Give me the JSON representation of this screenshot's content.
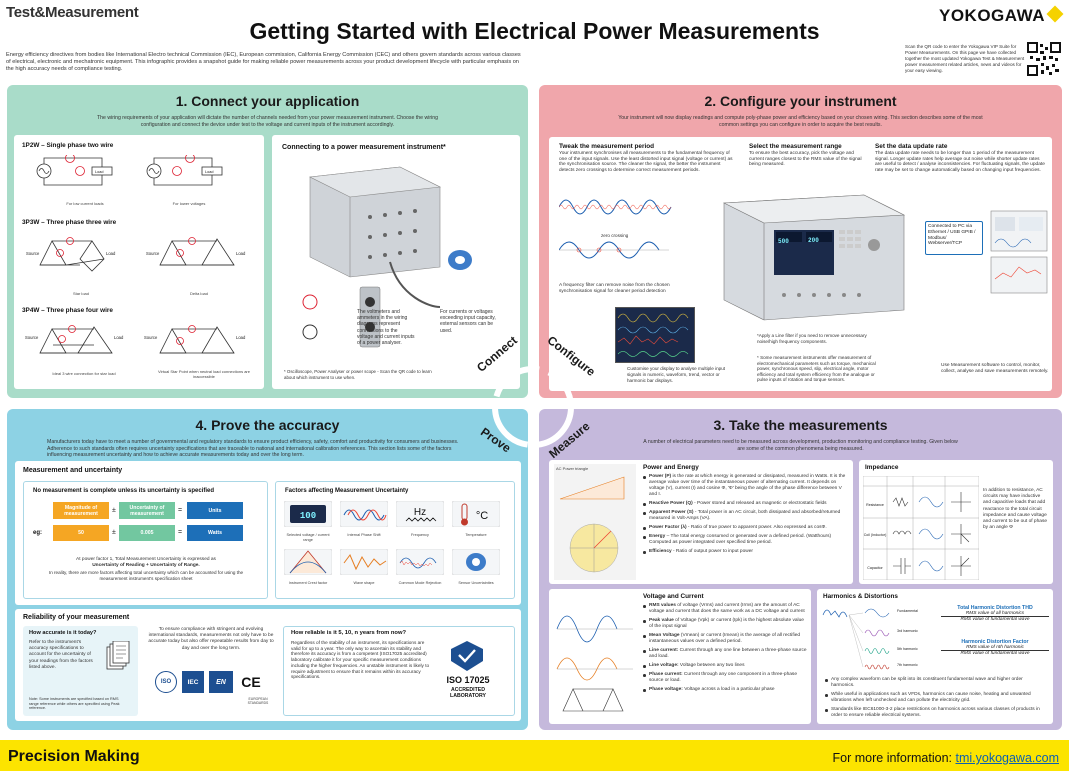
{
  "header": {
    "brand_left": "Test&Measurement",
    "title": "Getting Started with Electrical Power Measurements",
    "brand_right": "YOKOGAWA",
    "intro": "Energy efficiency directives from bodies like International Electro technical Commission (IEC), European commission, California Energy Commission (CEC) and others govern standards across various classes of electrical, electronic and mechatronic equipment. This infographic provides a snapshot guide for making reliable power measurements across your product development lifecycle with particular emphasis on the high accuracy needs of compliance testing.",
    "qr_text": "Scan the QR code to enter the Yokogawa VIP Suite for Power Measurements. On this page we have collected together the most updated Yokogawa Test & Measurement power measurement related articles, news and videos for your easy viewing."
  },
  "q1": {
    "title": "1. Connect your application",
    "intro": "The wiring requirements of your application will dictate the number of channels needed from your power measurement instrument. Choose the wiring configuration and connect the device under test to the voltage and current inputs of the instrument accordingly.",
    "w1_title": "1P2W – Single phase two wire",
    "w1_a": "For low current loads",
    "w1_b": "For lower voltages",
    "w2_title": "3P3W – Three phase three wire",
    "w2_a": "Star load",
    "w2_b": "Delta load",
    "w3_title": "3P4W – Three phase four wire",
    "w3_a": "Ideal 3 wire connection for star load",
    "w3_b": "Virtual Star Point when neutral load connections are inaccessible",
    "load": "Load",
    "source": "Source",
    "conn_title": "Connecting to a power measurement instrument*",
    "conn_text1": "The voltmeters and ammeters in the wiring diagrams represent connections to the voltage and current inputs of a power analyser.",
    "conn_text2": "For currents or voltages exceeding input capacity, external sensors can be used.",
    "conn_foot": "* Oscilloscope, Power Analyser or power scope - Scan the QR code to learn about which instrument to use when.",
    "corner": "Connect"
  },
  "q2": {
    "title": "2. Configure your instrument",
    "intro": "Your instrument will now display readings and compute poly-phase power and efficiency based on your chosen wiring. This section describes some of the most common settings you can configure in order to acquire the best results.",
    "c1_title": "Tweak the measurement period",
    "c1_text": "Your instrument synchronises all measurements to the fundamental frequency of one of the input signals. Use the least distorted input signal (voltage or current) as the synchronisation source. The cleaner the signal, the better the instrument detects zero crossings to determine correct measurement periods.",
    "c2_title": "Select the measurement range",
    "c2_text": "To ensure the best accuracy, pick the voltage and current ranges closest to the RMS value of the signal being measured.",
    "c3_title": "Set the data update rate",
    "c3_text": "The data update rate needs to be longer than 1 period of the measurement signal. Longer update rates help average out noise while shorter update rates are useful to detect / analyse inconsistencies. For fluctuating signals, the update rate may be set to change automatically based on changing input frequencies.",
    "zero": "zero crossing",
    "filter_text": "A frequency filter can remove noise from the chosen synchronisation signal for cleaner period detection",
    "display_text": "Customise your display to analyse multiple input signals in numeric, waveform, trend, vector or harmonic bar displays.",
    "line_filter": "*Apply a Line filter if you need to remove unnecessary noise/high frequency components.",
    "other_params": "* Some measurement instruments offer measurement of electromechanical parameters such as torque, mechanical power, synchronous speed, slip, electrical angle, motor efficiency and total system efficiency from the analogue or pulse inputs of rotation and torque sensors.",
    "pc_box": "Connected to PC via Ethernet / USB GPIB / Modbus/ Webserver/TCP",
    "pc_text": "Use Measurement software to control, monitor, collect, analyse and save measurements remotely.",
    "display_v": "500",
    "display_a": "200",
    "corner": "Configure"
  },
  "q3": {
    "title": "3. Take the measurements",
    "intro": "A number of electrical parameters need to be measured across development, production monitoring and compliance testing. Given below are some of the common phenomena being measured.",
    "pe_title": "Power and Energy",
    "ac_triangle": "AC Power triangle",
    "pe_items": [
      {
        "b": "Power (P)",
        "t": " is the rate at which energy is generated or dissipated, measured in Watts. It is the average value over time of the instantaneous power of alternating current. It depends on voltage (V), current (I) and cosine Φ, 'Φ' being the angle of the phase difference between V and I."
      },
      {
        "b": "Reactive Power (Q)",
        "t": " - Power stored and released as magnetic or electrostatic fields"
      },
      {
        "b": "Apparent Power (S)",
        "t": " - Total power in an AC circuit, both dissipated and absorbed/returned measured in Volt-Amps (VA)."
      },
      {
        "b": "Power Factor (λ)",
        "t": " - Ratio of true power to apparent power. Also expressed as cosΦ."
      },
      {
        "b": "Energy",
        "t": " – The total energy consumed or generated over a defined period. (Watthours) Computed as power integrated over specified time period."
      },
      {
        "b": "Efficiency",
        "t": " - Ratio of output power to input power"
      }
    ],
    "imp_title": "Impedance",
    "imp_text": "In addition to resistance, AC circuits may have inductive and capacitive loads that add reactance to the total circuit impedance and cause voltage and current to be out of phase by an angle Φ",
    "imp_rows": [
      "Resistance",
      "Coil (Inductor)",
      "Capacitor"
    ],
    "vc_title": "Voltage and Current",
    "vc_items": [
      {
        "b": "RMS values",
        "t": " of voltage (Vrms) and current (Irms) are the amount of AC voltage and current that does the same work as a DC voltage and current"
      },
      {
        "b": "Peak value",
        "t": " of Voltage (Vpk) or current (Ipk) is the highest absolute value of the input signal"
      },
      {
        "b": "Mean Voltage",
        "t": " (Vmean) or current (Imean) is the average of all rectified instantaneous values over a defined period."
      },
      {
        "b": "Line current:",
        "t": " Current through any one line between a three-phase source and load."
      },
      {
        "b": "Line voltage:",
        "t": " Voltage between any two lines"
      },
      {
        "b": "Phase current:",
        "t": " Current through any one component in a three-phase source or load."
      },
      {
        "b": "Phase voltage:",
        "t": " Voltage across a load in a particular phase"
      }
    ],
    "hd_title": "Harmonics & Distortions",
    "thd_title": "Total Harmonic Distortion THD",
    "thd_num": "RMS value of all harmonics",
    "thd_den": "RMS value of fundamental wave",
    "hdf_title": "Harmonic Distortion Factor",
    "hdf_num": "RMS value of nth harmonic",
    "hdf_den": "RMS value of fundamental wave",
    "hd_items": [
      "Any complex waveform can be split into its constituent fundamental wave and higher order harmonics.",
      "While useful in applications such as VFDs, harmonics can cause noise, heating and unwanted vibrations when left unchecked and can pollute the electricity grid.",
      "Standards like IEC61000-3-2 place restrictions on harmonics across various classes of products in order to ensure reliable electrical systems."
    ],
    "harm_labels": [
      "Fundamental",
      "3rd harmonic",
      "5th harmonic",
      "7th harmonic"
    ],
    "corner": "Measure"
  },
  "q4": {
    "title": "4. Prove the accuracy",
    "intro": "Manufacturers today have to meet a number of governmental and regulatory standards to ensure product efficiency, safety, comfort and productivity for consumers and businesses. Adherence to such standards often requires uncertainty specifications that are traceable to national and international calibration references. This section lists some of the factors influencing measurement uncertainty and how to achieve accurate measurements today and over the long term.",
    "mu_title": "Measurement and uncertainty",
    "mu_headline": "No measurement is complete unless its uncertainty is specified",
    "eq_a": "Magnitude of measurement",
    "eq_b": "Uncertainty of measurement",
    "eq_c": "Units",
    "eg": "eg:",
    "eg_a": "50",
    "eg_b": "0.005",
    "eg_c": "Watts",
    "pm": "±",
    "eq": "=",
    "mu_text1": "At power factor 1, Total Measurement Uncertainty is expressed as",
    "mu_text2": "Uncertainty of Reading + Uncertainty of Range.",
    "mu_text3": "In reality, there are more factors affecting total uncertainty which can be accounted for using the measurement instrument's specification sheet",
    "factors_title": "Factors affecting Measurement Uncertainty",
    "factors": [
      "Selected voltage / current range",
      "Internal Phase Shift",
      "Frequency",
      "Temperature",
      "Instrument Crest factor",
      "Wave shape",
      "Common Mode Rejection",
      "Sensor Uncertainties"
    ],
    "hz": "Hz",
    "degc": "°C",
    "mini_display": "100",
    "rel_title": "Reliability of your measurement",
    "acc_title": "How accurate is it today?",
    "acc_text": "Refer to the instrument's accuracy specifications to account for the uncertainty of your readings from the factors listed above.",
    "acc_note": "Note: Some instruments are specified based on RMS range reference while others are specified using Peak reference.",
    "comp_text": "To ensure compliance with stringent and evolving international standards, measurements not only have to be accurate today but also offer repeatable results from day to day and over the long term.",
    "rel2_title": "How reliable is it 5, 10, n years from now?",
    "rel2_text": "Regardless of the stability of an instrument, its specifications are valid for up to a year. The only way to ascertain its stability and therefore its accuracy is from a competent (ISO17025 accredited) laboratory calibrate it for your specific measurement conditions including the higher frequencies. An unstable instrument is likely to require adjustment to ensure that it remains within its accuracy specifications.",
    "iso_big": "ISO 17025",
    "iso_sub": "ACCREDITED LABORATORY",
    "logos": [
      "ISO",
      "IEC",
      "EN",
      "CE"
    ],
    "logo_sub": "EUROPEAN STANDARDS",
    "corner": "Prove"
  },
  "footer": {
    "left": "Precision Making",
    "right_prefix": "For more information: ",
    "right_link": "tmi.yokogawa.com"
  },
  "colors": {
    "connect": "#a9dcc9",
    "configure": "#f0a6ab",
    "measure": "#c5b9dc",
    "prove": "#8dd2e4",
    "accent_yellow": "#fce400",
    "box_orange": "#f5a623",
    "box_green": "#72c7a0",
    "box_blue": "#1d6fb8"
  }
}
